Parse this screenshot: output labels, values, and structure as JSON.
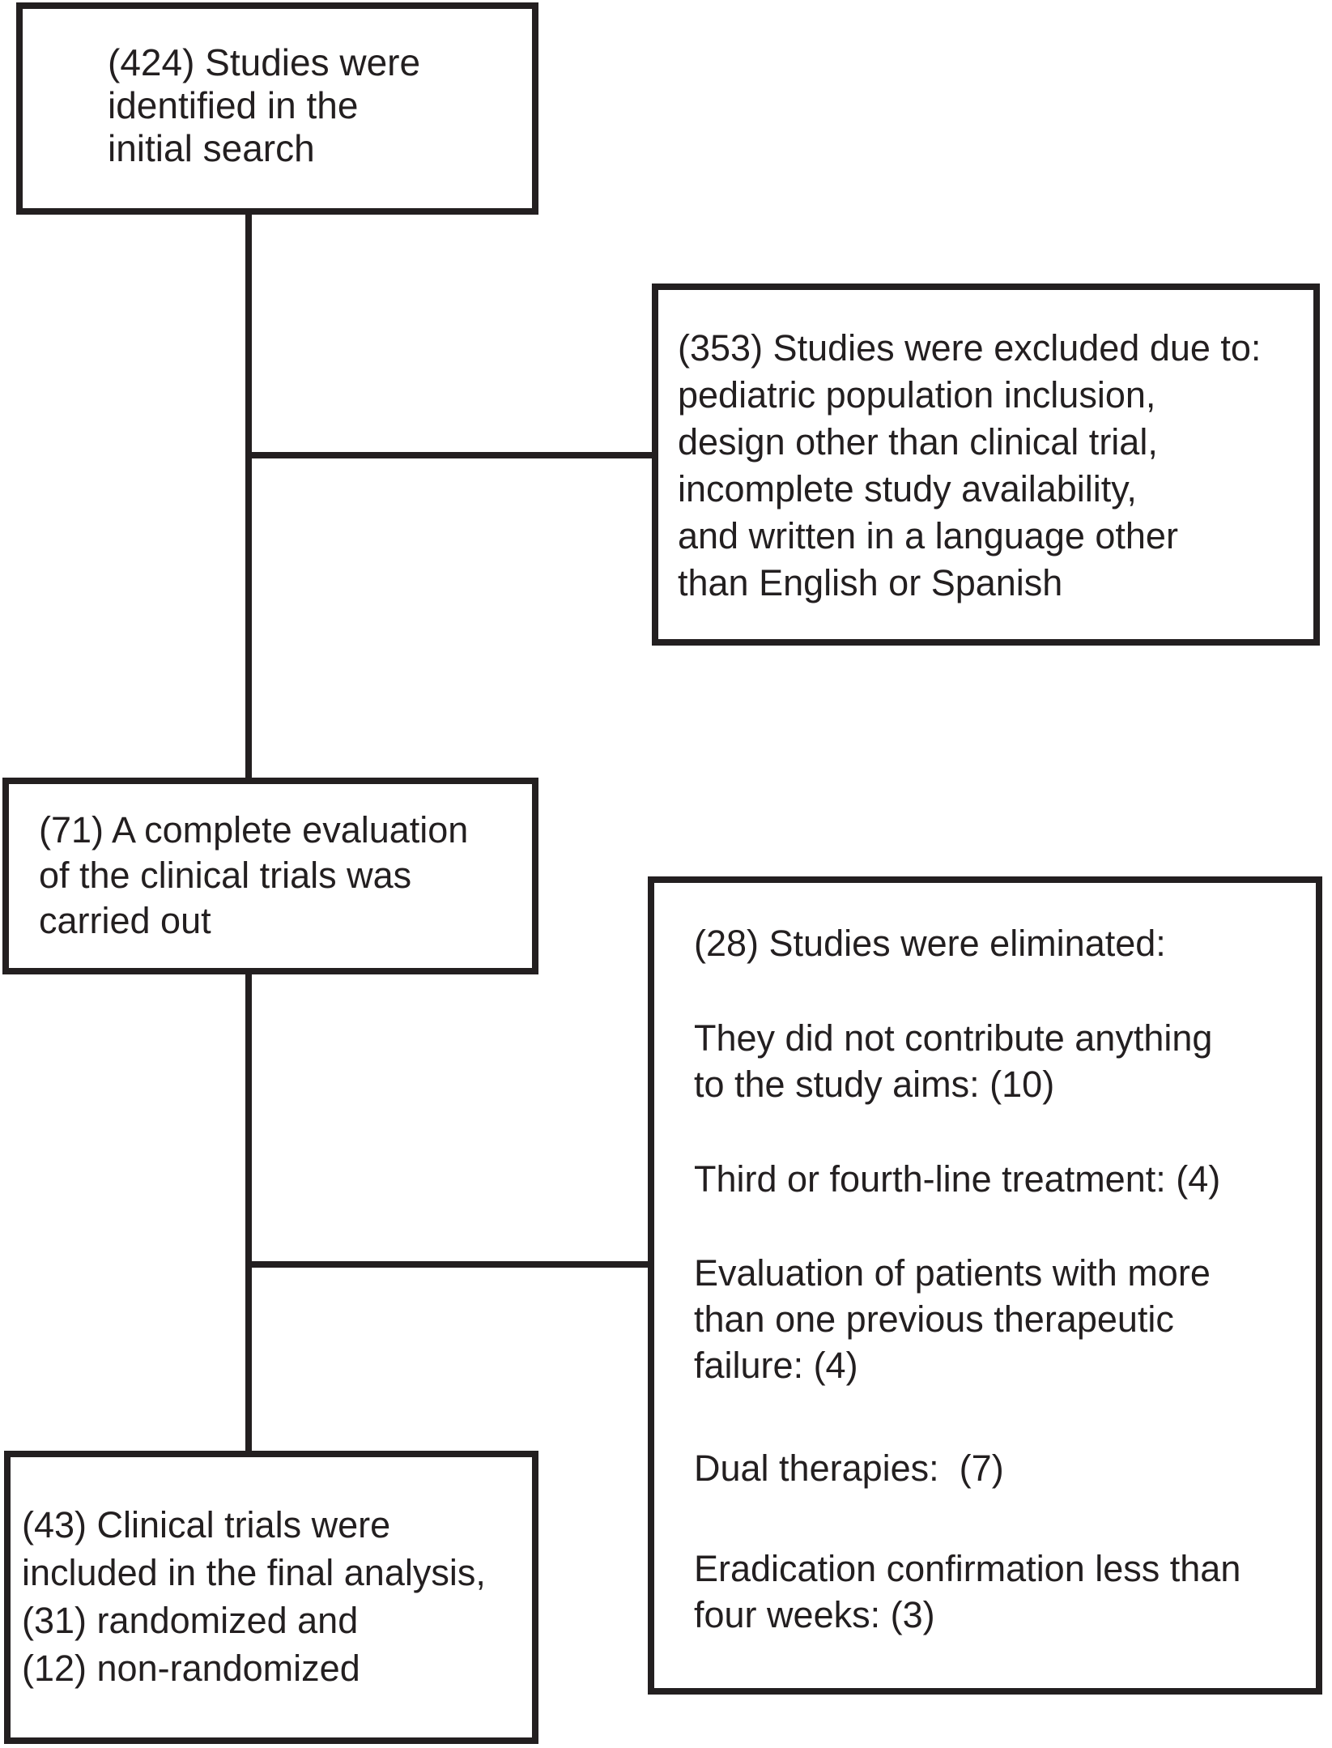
{
  "flowchart": {
    "background_color": "#ffffff",
    "line_color": "#231f20",
    "boxes": {
      "initial_search": {
        "count": "424",
        "text": "(424) Studies were\nidentified in the\ninitial search"
      },
      "excluded": {
        "count": "353",
        "text": "(353) Studies were excluded due to:\npediatric population inclusion,\ndesign other than clinical trial,\nincomplete study availability,\nand written in a language other\nthan English or Spanish"
      },
      "evaluation": {
        "count": "71",
        "text": "(71) A complete evaluation\nof the clinical trials was\ncarried out"
      },
      "eliminated": {
        "count": "28",
        "heading": "(28) Studies were eliminated:",
        "item1": "They did not contribute anything\nto the study aims: (10)",
        "item2": "Third or fourth-line treatment: (4)",
        "item3": "Evaluation of patients with more\nthan one previous therapeutic\nfailure: (4)",
        "item4": "Dual therapies:  (7)",
        "item5": "Eradication confirmation less than\nfour weeks: (3)"
      },
      "final_analysis": {
        "count": "43",
        "text": "(43) Clinical trials were\nincluded in the final analysis,\n(31) randomized and\n(12) non-randomized"
      }
    }
  }
}
